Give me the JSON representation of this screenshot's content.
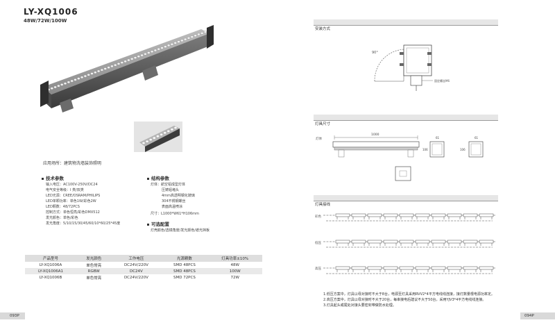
{
  "product": {
    "model": "LY-XQ1006",
    "power": "48W/72W/100W"
  },
  "application": "应用场所：建筑物洗墙装饰照明",
  "tech_params": {
    "heading": "技术参数",
    "items": [
      "输入电压：AC100V-250V/DC24",
      "电气安全等级：I 类/双类",
      "LED光源：CREE/OSRAM/PHILIPS",
      "LED单颗功率：单色1W/彩色2W",
      "LED颗数：48/72PCS",
      "控制方式：单色恒亮/彩色DMX512",
      "发光颜色：单色/彩色",
      "发光角度：5/10/15/30/45/60/10*60/25*45度"
    ]
  },
  "structure": {
    "heading": "结构参数",
    "items": [
      "灯体：航空铝成型灯体",
      "压铸铝堵头",
      "4mm高透明钢化玻璃",
      "304不锈钢螺丝",
      "表面高温喷涂"
    ],
    "size": "尺寸：L1000*W61*H106mm"
  },
  "options": {
    "heading": "可选配置",
    "text": "灯壳颜色/透镜角度/发光颜色/遮光挡板"
  },
  "spec_table": {
    "headers": [
      "产品型号",
      "发光颜色",
      "工作电压",
      "光源颗数",
      "灯具功率±10%"
    ],
    "rows": [
      [
        "LY-XQ1006A",
        "单色常亮",
        "DC24V/220V",
        "SMD 48PCS",
        "48W"
      ],
      [
        "LY-XQ1006A1",
        "RGBW",
        "DC24V",
        "SMD 48PCS",
        "100W"
      ],
      [
        "LY-XQ1006B",
        "单色常亮",
        "DC24V/220V",
        "SMD 72PCS",
        "72W"
      ]
    ]
  },
  "install": {
    "title": "安装方式",
    "angle": "90°",
    "screw": "固定螺丝M6"
  },
  "dimensions": {
    "title": "灯具尺寸",
    "body_label": "灯体",
    "length": "1000",
    "w1": "61",
    "w2": "61",
    "h1": "106",
    "h2": "106"
  },
  "wiring": {
    "title": "灯具接线",
    "rows": [
      "彩色",
      "低压",
      "高压"
    ],
    "notes": [
      "1.低压方案中，灯具以母对接时不大于8台，电源至灯具采用RVV2*4平方电线线连接，接灯数量根电源功率定。",
      "2.高压方案中，灯具以母对接时不大于20台，每串接电后建议不大于50台，采用YJV3*4平方电线线连接。",
      "3.灯具起头或尾处对接头要密封带做防水处理。"
    ]
  },
  "pages": {
    "left": "093P",
    "right": "094P"
  }
}
